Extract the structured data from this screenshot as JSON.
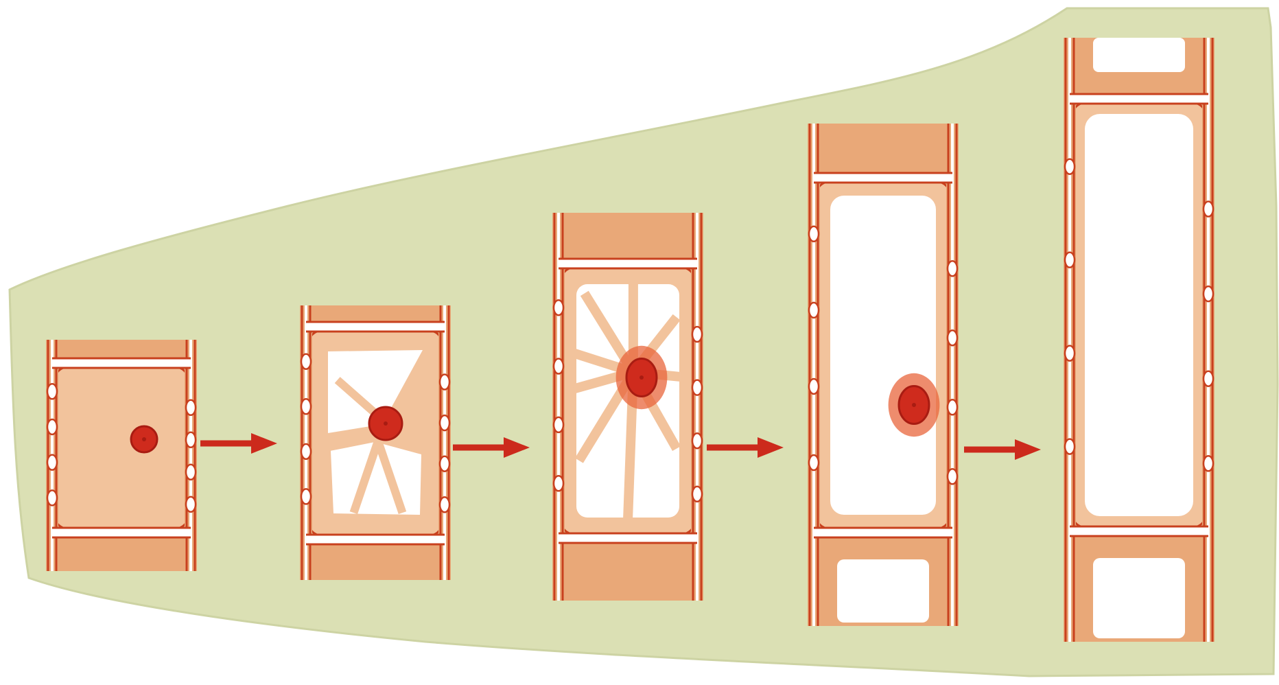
{
  "diagram": {
    "colors": {
      "page": "#ffffff",
      "background": "#dbe0b4",
      "background_edge": "#cdd3a3",
      "cell_fill": "#e9a878",
      "cell_fill_light": "#f2c39c",
      "wall_line": "#c8401e",
      "wall_gap": "#ffffff",
      "nucleus": "#cf2b1d",
      "nucleus_dark": "#a81c12",
      "nucleus_halo": "#e8653c",
      "arrow": "#cc2a1c",
      "vacuole": "#ffffff"
    },
    "stages": [
      {
        "stage": 1,
        "icon": "cell-dense-cytoplasm-icon"
      },
      {
        "stage": 2,
        "icon": "cell-small-vacuoles-icon"
      },
      {
        "stage": 3,
        "icon": "cell-vacuoles-strands-icon"
      },
      {
        "stage": 4,
        "icon": "cell-single-vacuole-icon"
      },
      {
        "stage": 5,
        "icon": "cell-mature-vacuole-icon"
      }
    ],
    "arrows": [
      {
        "from": 1,
        "to": 2,
        "icon": "right-arrow-icon"
      },
      {
        "from": 2,
        "to": 3,
        "icon": "right-arrow-icon"
      },
      {
        "from": 3,
        "to": 4,
        "icon": "right-arrow-icon"
      },
      {
        "from": 4,
        "to": 5,
        "icon": "right-arrow-icon"
      }
    ]
  }
}
